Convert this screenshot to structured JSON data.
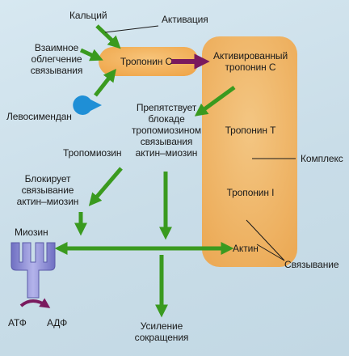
{
  "labels": {
    "calcium": "Кальций",
    "activation": "Активация",
    "mutual_facilitation": "Взаимное\nоблегчение\nсвязывания",
    "troponin_c": "Тропонин C",
    "activated_troponin_c": "Активированный\nтропонин C",
    "levosimendan": "Левосимендан",
    "prevents_blockade": "Препятствует\nблокаде\nтропомиозином\nсвязывания\nактин–миозин",
    "troponin_t": "Тропонин T",
    "tropomyosin": "Тропомиозин",
    "complex": "Комплекс",
    "blocks_binding": "Блокирует\nсвязывание\nактин–миозин",
    "troponin_i": "Тропонин I",
    "myosin": "Миозин",
    "actin": "Актин",
    "binding": "Связывание",
    "atp": "АТФ",
    "adp": "АДФ",
    "increased_contraction": "Усиление\nсокращения"
  },
  "colors": {
    "background": "#cfe2ec",
    "complex_fill": "#f2b15c",
    "arrow_green": "#3a9a1f",
    "arrow_purple": "#7a1a5e",
    "levosimendan_blue": "#1f8fd6",
    "myosin_purple": "#8c8cd4",
    "text": "#1a1a1a"
  },
  "icons": {
    "levosimendan": "pacman-molecule-icon",
    "myosin": "myosin-molecule-icon"
  }
}
